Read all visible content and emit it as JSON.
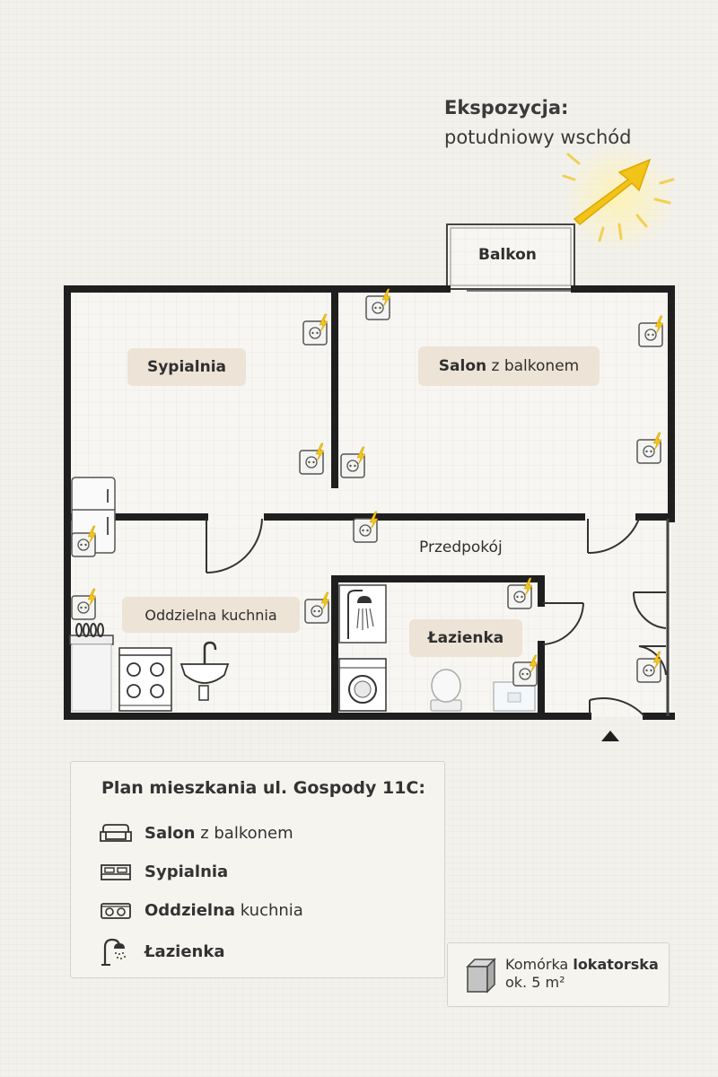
{
  "exposure": {
    "title": "Ekspozycja:",
    "direction": "potudniowy wschód"
  },
  "rooms": {
    "balcony": "Balkon",
    "bedroom": "Sypialnia",
    "living_bold": "Salon",
    "living_rest": "z balkonem",
    "hallway": "Przedpokój",
    "kitchen": "Oddzielna kuchnia",
    "bathroom": "Łazienka"
  },
  "legend": {
    "title": "Plan mieszkania ul. Gospody 11C:",
    "items": [
      {
        "icon": "sofa-icon",
        "bold": "Salon",
        "rest": "z balkonem"
      },
      {
        "icon": "bed-icon",
        "bold": "Sypialnia",
        "rest": ""
      },
      {
        "icon": "stove-icon",
        "bold": "Oddzielna",
        "rest": "kuchnia"
      },
      {
        "icon": "shower-icon",
        "bold": "Łazienka",
        "rest": ""
      }
    ]
  },
  "storage": {
    "label": "Komórka",
    "label_bold": "lokatorska",
    "size": "ok. 5 m²"
  },
  "colors": {
    "wall": "#1f1f1f",
    "label_bg": "#ede3d6",
    "sun": "#f2c318",
    "outlet_bolt": "#f5c518"
  }
}
